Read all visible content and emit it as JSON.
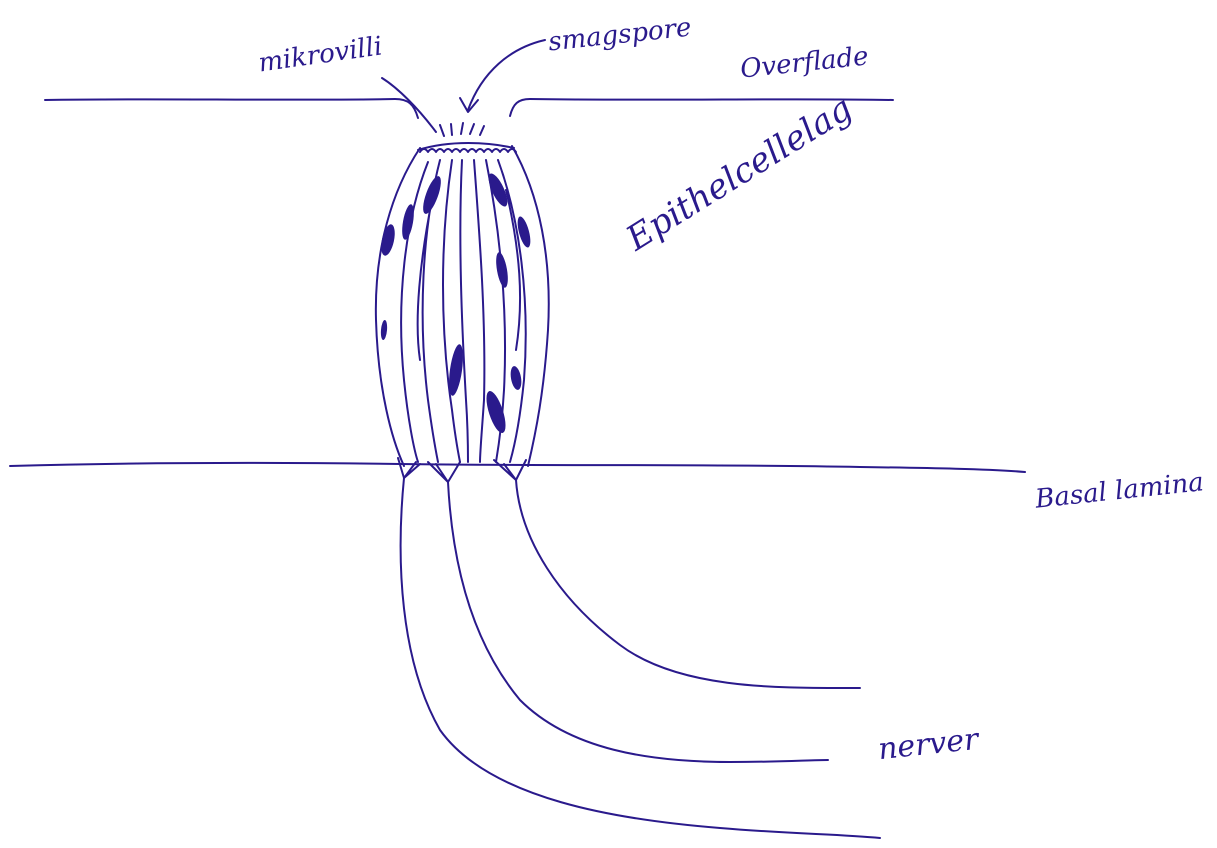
{
  "diagram": {
    "ink_color": "#2a1a8c",
    "labels": {
      "microvilli": "mikrovilli",
      "taste_pore": "smagspore",
      "surface": "Overflade",
      "epithelium": "Epithelcellelag",
      "basal_lamina": "Basal lamina",
      "nerves": "nerver"
    }
  }
}
